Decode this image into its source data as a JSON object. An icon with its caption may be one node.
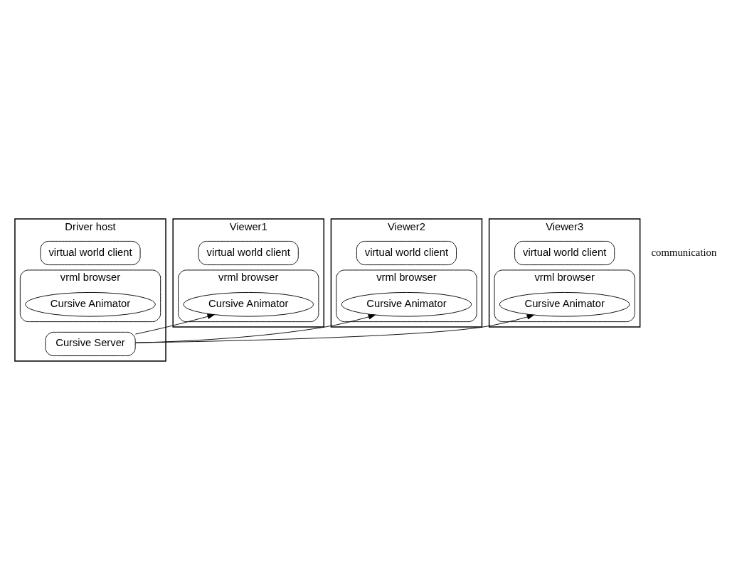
{
  "diagram": {
    "nodes": [
      {
        "text": [
          "Driver host"
        ]
      },
      {
        "text": [
          "virtual world client"
        ],
        "in": 0
      },
      {
        "text": [
          "vrml browser"
        ],
        "in": 0
      },
      {
        "text": [
          "Cursive Animator"
        ],
        "in": 2
      },
      {
        "text": [
          "Cursive Server"
        ],
        "in": 0
      },
      {
        "text": [
          "Viewer1"
        ]
      },
      {
        "text": [
          "virtual world client"
        ],
        "in": 5
      },
      {
        "text": [
          "vrml browser"
        ],
        "in": 5
      },
      {
        "text": [
          "Cursive Animator"
        ],
        "in": 7
      },
      {
        "text": [
          "Viewer2"
        ]
      },
      {
        "text": [
          "virtual world client"
        ],
        "in": 9
      },
      {
        "text": [
          "vrml browser"
        ],
        "in": 9
      },
      {
        "text": [
          "Cursive Animator"
        ],
        "in": 11
      },
      {
        "text": [
          "Viewer3"
        ]
      },
      {
        "text": [
          "virtual world client"
        ],
        "in": 13
      },
      {
        "text": [
          "vrml browser"
        ],
        "in": 13
      },
      {
        "text": [
          "Cursive Animator"
        ],
        "in": 15
      }
    ],
    "edges": [
      {
        "from": 4,
        "to": 8,
        "arrow": "to"
      },
      {
        "from": 4,
        "to": 12,
        "arrow": "to"
      },
      {
        "from": 4,
        "to": 16,
        "arrow": "to"
      }
    ],
    "labels": [
      "communication"
    ]
  }
}
